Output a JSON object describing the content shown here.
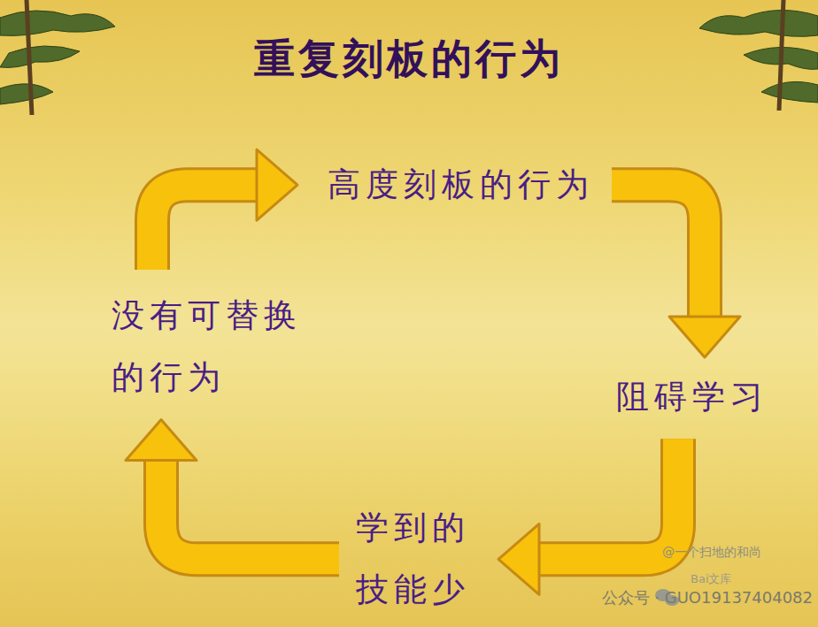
{
  "diagram": {
    "title": "重复刻板的行为",
    "nodes": [
      {
        "text": [
          "高度刻板的行为"
        ]
      },
      {
        "text": [
          "阻碍学习"
        ]
      },
      {
        "text": [
          "学到的 技能少"
        ]
      },
      {
        "text": [
          "没有可替换 的行为"
        ]
      }
    ],
    "edges": [
      {
        "from": 0,
        "to": 1,
        "arrow": "to"
      },
      {
        "from": 1,
        "to": 2,
        "arrow": "to"
      },
      {
        "from": 2,
        "to": 3,
        "arrow": "to"
      },
      {
        "from": 3,
        "to": 0,
        "arrow": "to"
      }
    ],
    "labels": [
      "@一个扫地的和尚",
      "Bai文库",
      "公众号 · GUO19137404082"
    ]
  }
}
